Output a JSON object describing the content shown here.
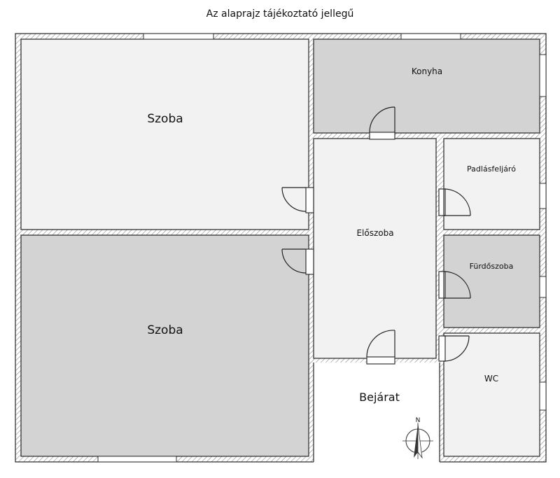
{
  "caption": "Az alaprajz tájékoztató jellegű",
  "rooms": {
    "szoba_1": "Szoba",
    "szoba_2": "Szoba",
    "konyha": "Konyha",
    "eloszoba": "Előszoba",
    "padlasfeljaro": "Padlásfeljáró",
    "furdoszoba": "Fürdőszoba",
    "wc": "WC",
    "bejarat": "Bejárat"
  },
  "compass": {
    "label": "N",
    "icon": "north-arrow-icon"
  },
  "colors": {
    "room_light": "#f2f2f2",
    "room_dark": "#d3d3d3",
    "wall_hatch": "#999999",
    "wall_line": "#333333"
  }
}
